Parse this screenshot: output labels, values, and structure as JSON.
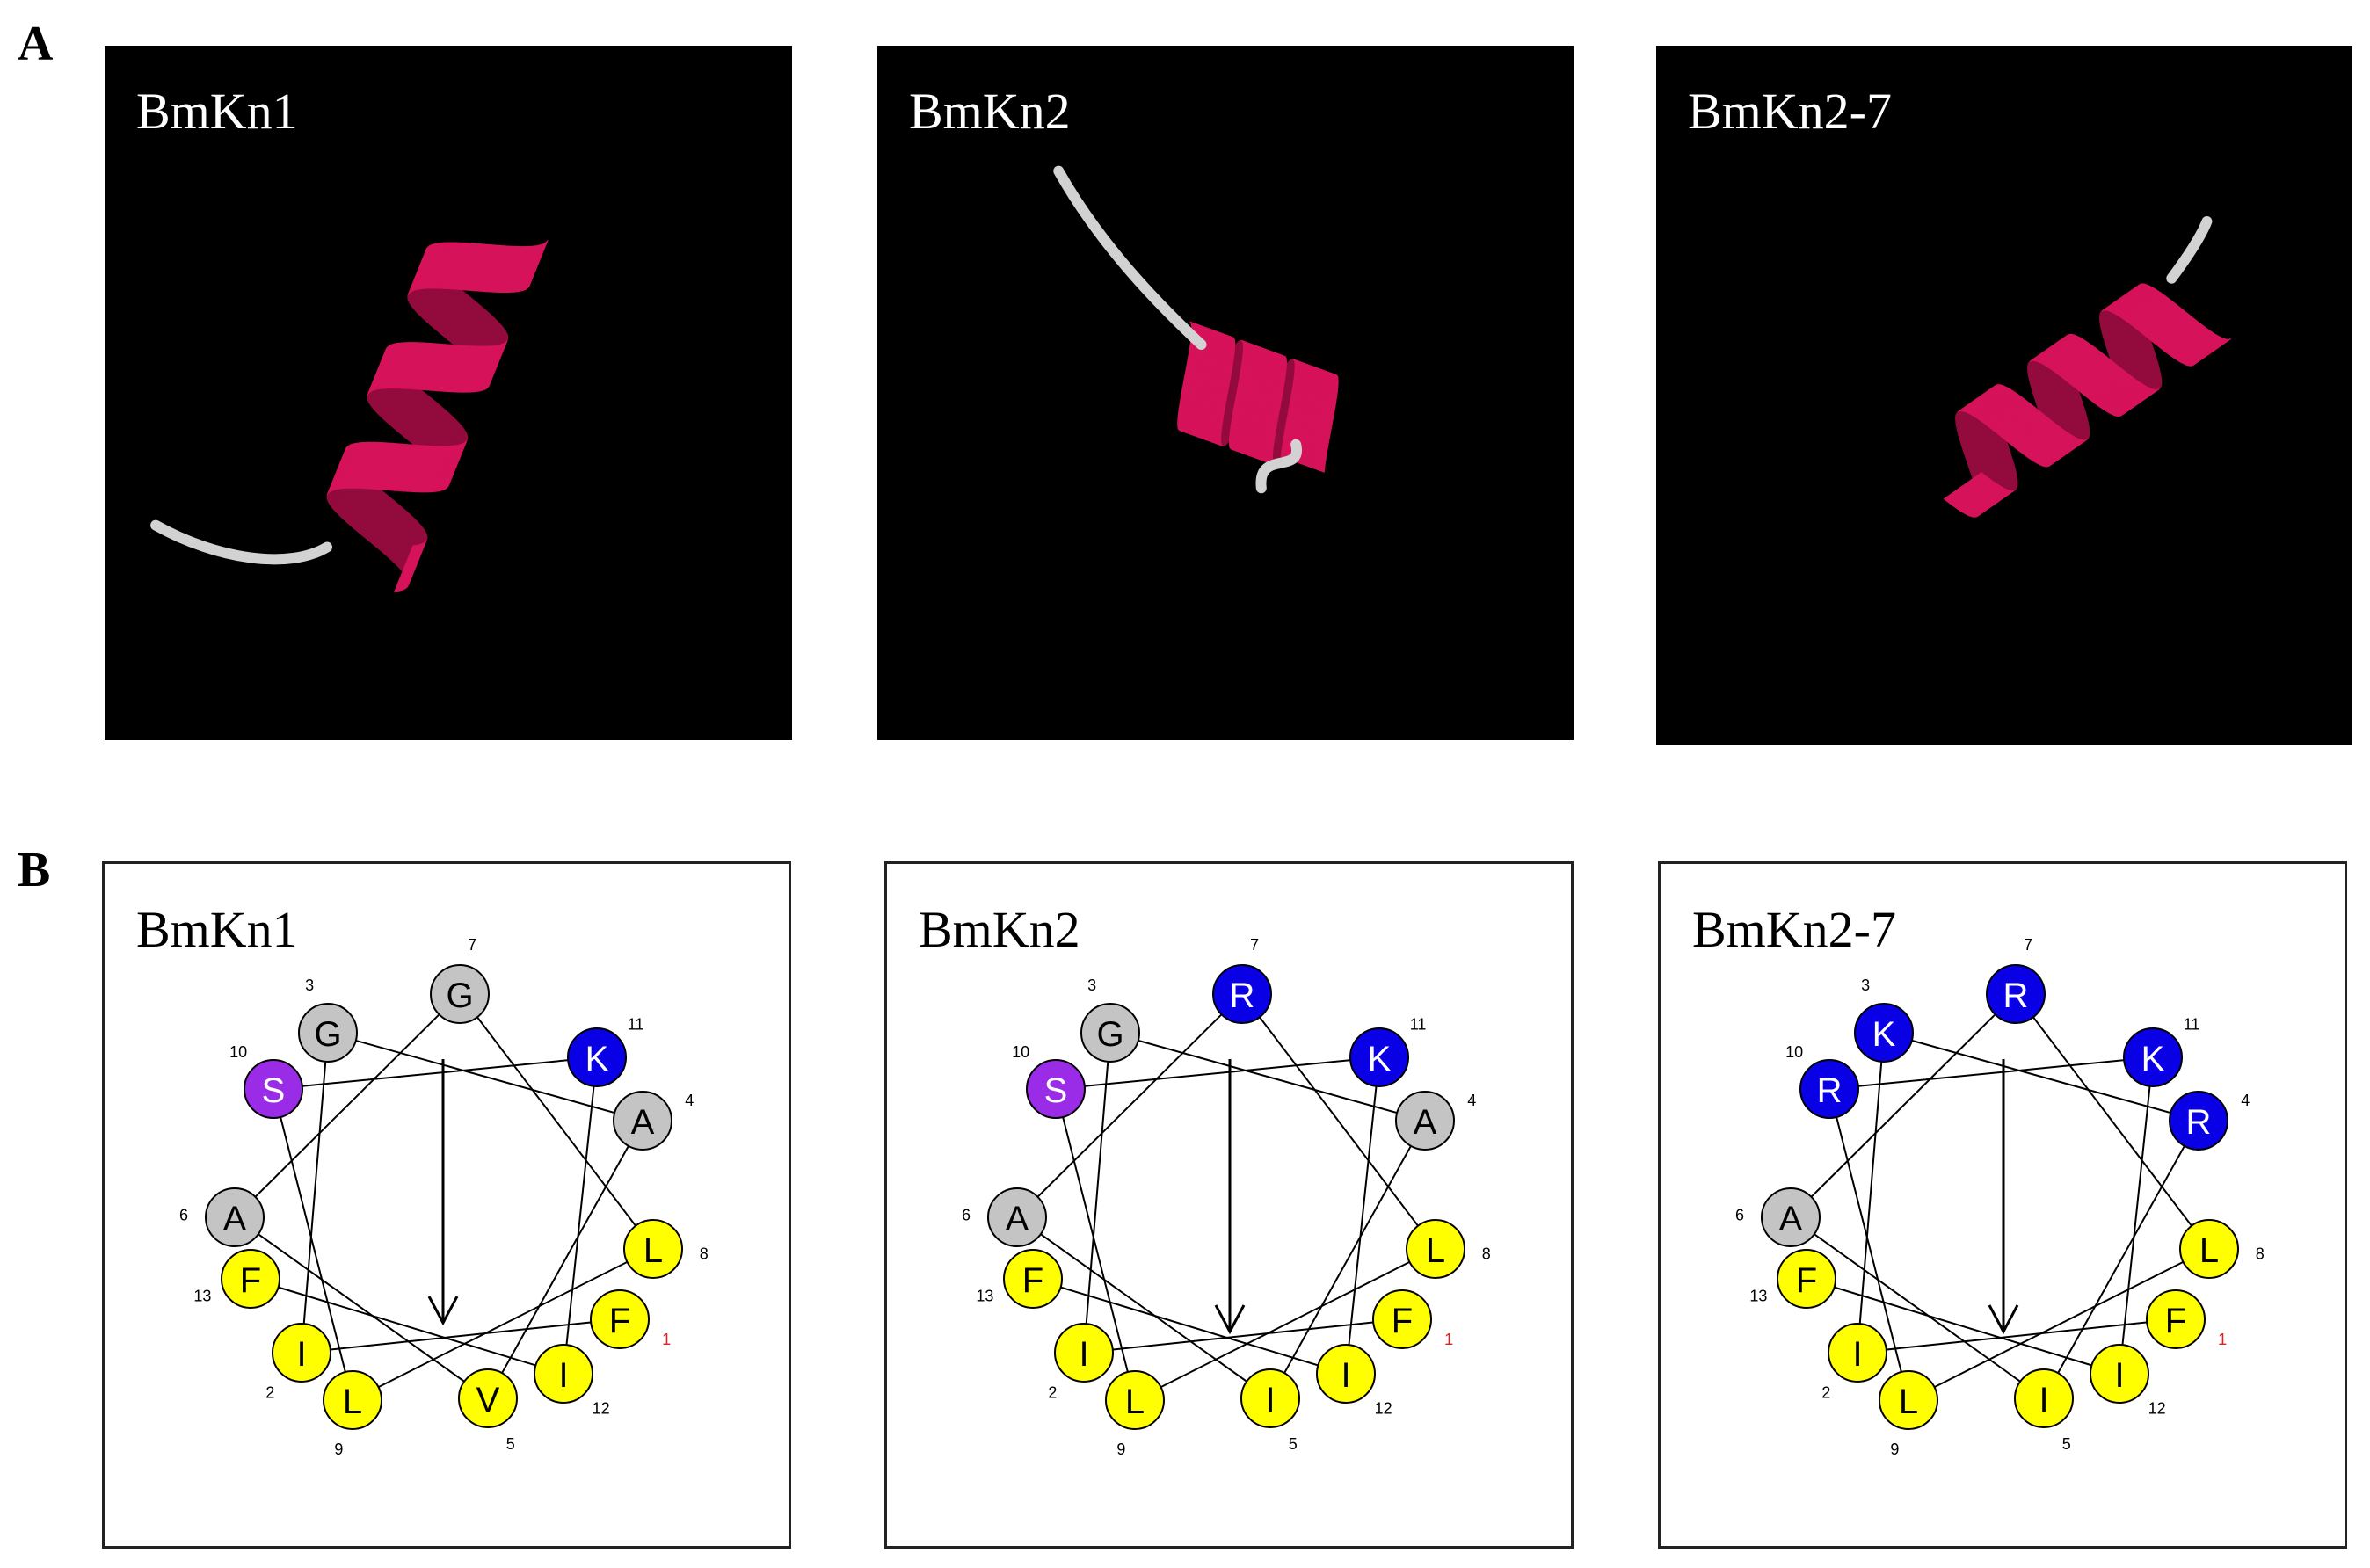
{
  "panels": {
    "A": {
      "label": "A"
    },
    "B": {
      "label": "B"
    }
  },
  "colors": {
    "helix": "#d6125a",
    "helix_dark": "#930b3c",
    "coil": "#d2d2d2",
    "hydrophobic": "#ffff00",
    "basic": "#0a00e6",
    "polar": "#9a2be6",
    "small": "#c4c4c4",
    "first_index": "#e02020"
  },
  "structures": [
    {
      "name": "BmKn1"
    },
    {
      "name": "BmKn2"
    },
    {
      "name": "BmKn2-7"
    }
  ],
  "wheels": [
    {
      "name": "BmKn1",
      "residues": [
        {
          "index": "1",
          "letter": "F",
          "class": "hydrophobic"
        },
        {
          "index": "2",
          "letter": "I",
          "class": "hydrophobic"
        },
        {
          "index": "3",
          "letter": "G",
          "class": "small"
        },
        {
          "index": "4",
          "letter": "A",
          "class": "small"
        },
        {
          "index": "5",
          "letter": "V",
          "class": "hydrophobic"
        },
        {
          "index": "6",
          "letter": "A",
          "class": "small"
        },
        {
          "index": "7",
          "letter": "G",
          "class": "small"
        },
        {
          "index": "8",
          "letter": "L",
          "class": "hydrophobic"
        },
        {
          "index": "9",
          "letter": "L",
          "class": "hydrophobic"
        },
        {
          "index": "10",
          "letter": "S",
          "class": "polar"
        },
        {
          "index": "11",
          "letter": "K",
          "class": "basic"
        },
        {
          "index": "12",
          "letter": "I",
          "class": "hydrophobic"
        },
        {
          "index": "13",
          "letter": "F",
          "class": "hydrophobic"
        }
      ]
    },
    {
      "name": "BmKn2",
      "residues": [
        {
          "index": "1",
          "letter": "F",
          "class": "hydrophobic"
        },
        {
          "index": "2",
          "letter": "I",
          "class": "hydrophobic"
        },
        {
          "index": "3",
          "letter": "G",
          "class": "small"
        },
        {
          "index": "4",
          "letter": "A",
          "class": "small"
        },
        {
          "index": "5",
          "letter": "I",
          "class": "hydrophobic"
        },
        {
          "index": "6",
          "letter": "A",
          "class": "small"
        },
        {
          "index": "7",
          "letter": "R",
          "class": "basic"
        },
        {
          "index": "8",
          "letter": "L",
          "class": "hydrophobic"
        },
        {
          "index": "9",
          "letter": "L",
          "class": "hydrophobic"
        },
        {
          "index": "10",
          "letter": "S",
          "class": "polar"
        },
        {
          "index": "11",
          "letter": "K",
          "class": "basic"
        },
        {
          "index": "12",
          "letter": "I",
          "class": "hydrophobic"
        },
        {
          "index": "13",
          "letter": "F",
          "class": "hydrophobic"
        }
      ]
    },
    {
      "name": "BmKn2-7",
      "residues": [
        {
          "index": "1",
          "letter": "F",
          "class": "hydrophobic"
        },
        {
          "index": "2",
          "letter": "I",
          "class": "hydrophobic"
        },
        {
          "index": "3",
          "letter": "K",
          "class": "basic"
        },
        {
          "index": "4",
          "letter": "R",
          "class": "basic"
        },
        {
          "index": "5",
          "letter": "I",
          "class": "hydrophobic"
        },
        {
          "index": "6",
          "letter": "A",
          "class": "small"
        },
        {
          "index": "7",
          "letter": "R",
          "class": "basic"
        },
        {
          "index": "8",
          "letter": "L",
          "class": "hydrophobic"
        },
        {
          "index": "9",
          "letter": "L",
          "class": "hydrophobic"
        },
        {
          "index": "10",
          "letter": "R",
          "class": "basic"
        },
        {
          "index": "11",
          "letter": "K",
          "class": "basic"
        },
        {
          "index": "12",
          "letter": "I",
          "class": "hydrophobic"
        },
        {
          "index": "13",
          "letter": "F",
          "class": "hydrophobic"
        }
      ]
    }
  ]
}
